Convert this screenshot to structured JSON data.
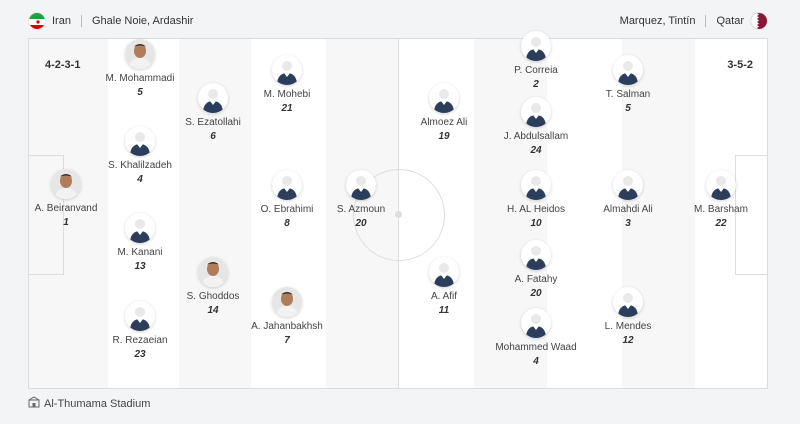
{
  "home": {
    "name": "Iran",
    "coach": "Ghale Noie, Ardashir",
    "formation": "4-2-3-1"
  },
  "away": {
    "name": "Qatar",
    "coach": "Marquez, Tintín",
    "formation": "3-5-2"
  },
  "venue": "Al-Thumama Stadium",
  "colors": {
    "pitch": "#f7f7f8",
    "stripe": "#ffffff",
    "line": "#dedede",
    "kit": "#2c3e5c"
  },
  "home_players": [
    {
      "name": "A. Beiranvand",
      "number": "1",
      "photo": true
    },
    {
      "name": "S. Khalilzadeh",
      "number": "4",
      "photo": false
    },
    {
      "name": "M. Mohammadi",
      "number": "5",
      "photo": true
    },
    {
      "name": "M. Kanani",
      "number": "13",
      "photo": false
    },
    {
      "name": "R. Rezaeian",
      "number": "23",
      "photo": false
    },
    {
      "name": "S. Ezatollahi",
      "number": "6",
      "photo": false
    },
    {
      "name": "S. Ghoddos",
      "number": "14",
      "photo": true
    },
    {
      "name": "M. Mohebi",
      "number": "21",
      "photo": false
    },
    {
      "name": "O. Ebrahimi",
      "number": "8",
      "photo": false
    },
    {
      "name": "A. Jahanbakhsh",
      "number": "7",
      "photo": true
    },
    {
      "name": "S. Azmoun",
      "number": "20",
      "photo": false
    }
  ],
  "away_players": [
    {
      "name": "Almoez Ali",
      "number": "19",
      "photo": false
    },
    {
      "name": "A. Afif",
      "number": "11",
      "photo": false
    },
    {
      "name": "P. Correia",
      "number": "2",
      "photo": false
    },
    {
      "name": "J. Abdulsallam",
      "number": "24",
      "photo": false
    },
    {
      "name": "H. AL Heidos",
      "number": "10",
      "photo": false
    },
    {
      "name": "A. Fatahy",
      "number": "20",
      "photo": false
    },
    {
      "name": "Mohammed Waad",
      "number": "4",
      "photo": false
    },
    {
      "name": "T. Salman",
      "number": "5",
      "photo": false
    },
    {
      "name": "Almahdi Ali",
      "number": "3",
      "photo": false
    },
    {
      "name": "L. Mendes",
      "number": "12",
      "photo": false
    },
    {
      "name": "M. Barsham",
      "number": "22",
      "photo": false
    }
  ]
}
